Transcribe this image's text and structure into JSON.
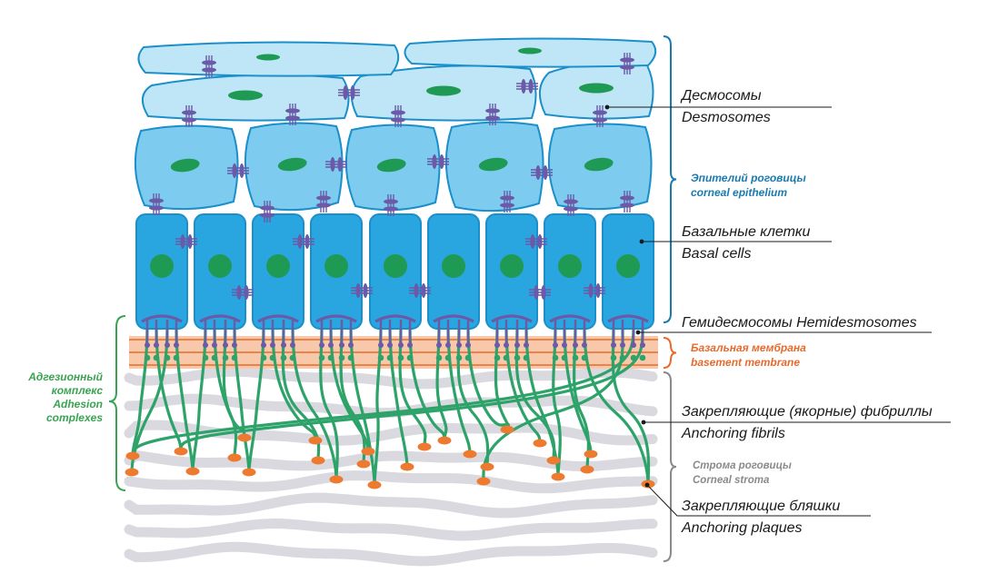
{
  "labels": {
    "desmosomes_ru": "Десмосомы",
    "desmosomes_en": "Desmosomes",
    "epithelium_ru": "Эпителий роговицы",
    "epithelium_en": "corneal epithelium",
    "basal_ru": "Базальные клетки",
    "basal_en": "Basal cells",
    "hemidesmosomes": "Гемидесмосомы Hemidesmosomes",
    "basement_ru": "Базальная мембрана",
    "basement_en": "basement membrane",
    "fibrils_ru": "Закрепляющие (якорные) фибриллы",
    "fibrils_en": "Anchoring fibrils",
    "stroma_ru": "Строма роговицы",
    "stroma_en": "Corneal stroma",
    "plaques_ru": "Закрепляющие бляшки",
    "plaques_en": "Anchoring plaques",
    "adhesion_ru_1": "Адгезионный",
    "adhesion_ru_2": "комплекс",
    "adhesion_en_1": "Adhesion",
    "adhesion_en_2": "complexes"
  },
  "colors": {
    "squamous_fill": "#bfe6f6",
    "wing_fill": "#7dcbee",
    "basal_fill": "#29a6e0",
    "cell_stroke": "#1b8fca",
    "nucleus": "#1f9a55",
    "desmosome": "#6a5aa8",
    "fibril": "#2da36a",
    "plaque": "#ee7a30",
    "membrane": "#f8c8ab",
    "membrane_line": "#e86a2b",
    "stroma": "#d9d9df",
    "bracket_blue": "#1a7ab0",
    "bracket_orange": "#e86a2b",
    "bracket_gray": "#8a8a8a",
    "bracket_green": "#3aa352"
  }
}
